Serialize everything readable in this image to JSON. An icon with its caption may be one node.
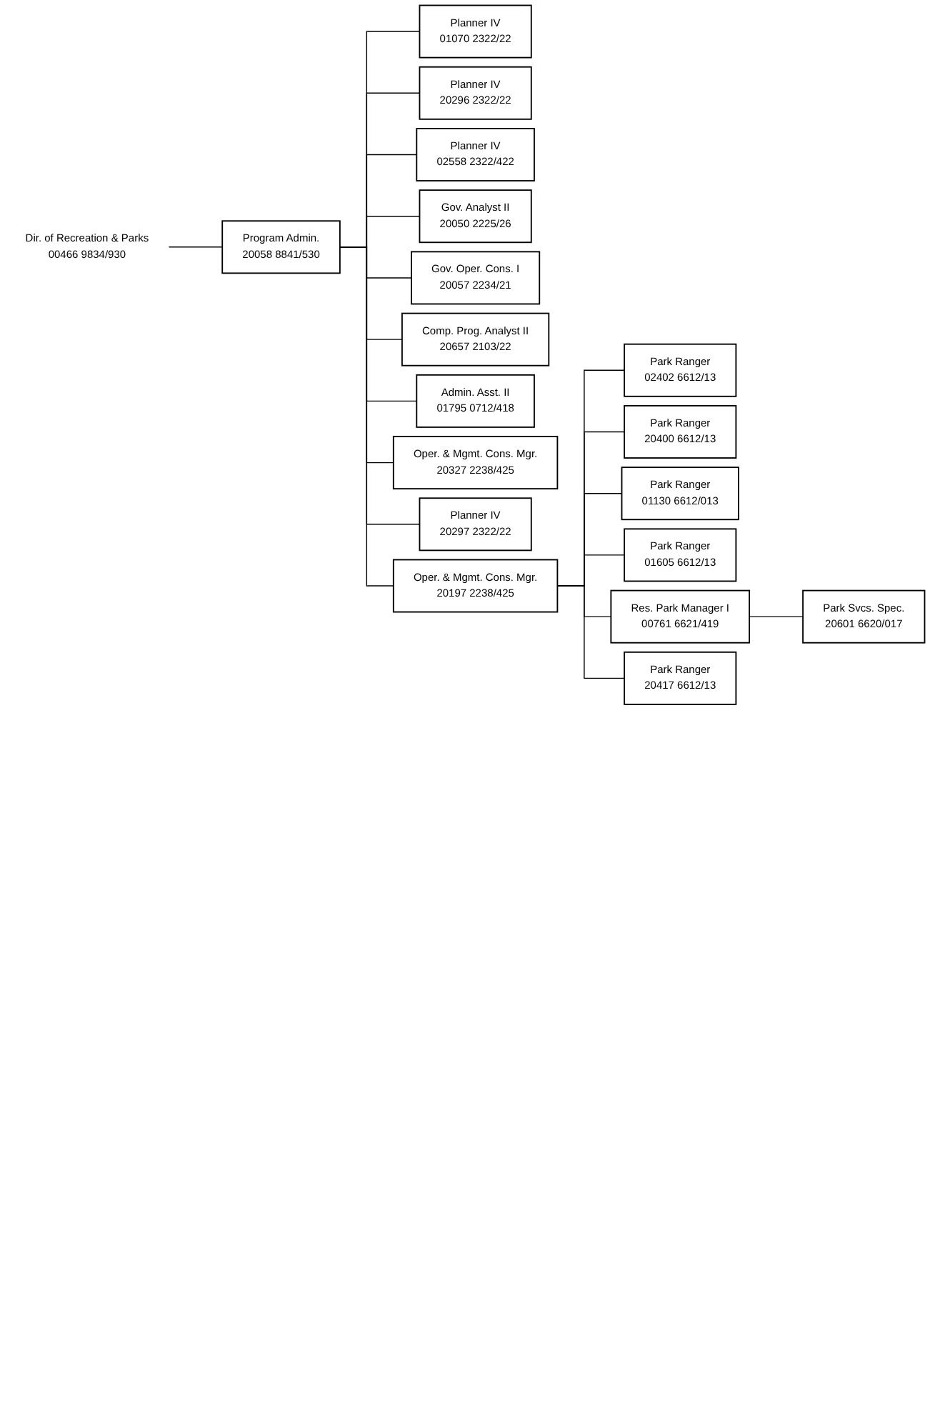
{
  "diagram": {
    "nodes": [
      {
        "text": [
          "Dir. of Recreation & Parks",
          "00466  9834/930"
        ]
      },
      {
        "text": [
          "Program Admin.",
          "20058  8841/530"
        ]
      },
      {
        "text": [
          "Planner IV",
          "01070  2322/22"
        ]
      },
      {
        "text": [
          "Planner IV",
          "20296  2322/22"
        ]
      },
      {
        "text": [
          "Planner IV",
          "02558  2322/422"
        ]
      },
      {
        "text": [
          "Gov. Analyst II",
          "20050  2225/26"
        ]
      },
      {
        "text": [
          "Gov. Oper. Cons. I",
          "20057  2234/21"
        ]
      },
      {
        "text": [
          "Comp. Prog. Analyst II",
          "20657  2103/22"
        ]
      },
      {
        "text": [
          "Admin. Asst. II",
          "01795  0712/418"
        ]
      },
      {
        "text": [
          "Oper. & Mgmt. Cons. Mgr.",
          "20327  2238/425"
        ]
      },
      {
        "text": [
          "Planner IV",
          "20297  2322/22"
        ]
      },
      {
        "text": [
          "Oper. & Mgmt. Cons. Mgr.",
          "20197  2238/425"
        ]
      },
      {
        "text": [
          "Park Ranger",
          "02402  6612/13"
        ]
      },
      {
        "text": [
          "Park Ranger",
          "20400  6612/13"
        ]
      },
      {
        "text": [
          "Park Ranger",
          "01130  6612/013"
        ]
      },
      {
        "text": [
          "Park Ranger",
          "01605  6612/13"
        ]
      },
      {
        "text": [
          "Res. Park Manager I",
          "00761  6621/419"
        ]
      },
      {
        "text": [
          "Park Ranger",
          "20417  6612/13"
        ]
      },
      {
        "text": [
          "Park Svcs. Spec.",
          "20601  6620/017"
        ]
      }
    ],
    "edges": [
      {
        "from": 0,
        "to": 1,
        "arrow": "none"
      },
      {
        "from": 1,
        "to": 2,
        "arrow": "none"
      },
      {
        "from": 1,
        "to": 3,
        "arrow": "none"
      },
      {
        "from": 1,
        "to": 4,
        "arrow": "none"
      },
      {
        "from": 1,
        "to": 5,
        "arrow": "none"
      },
      {
        "from": 1,
        "to": 6,
        "arrow": "none"
      },
      {
        "from": 1,
        "to": 7,
        "arrow": "none"
      },
      {
        "from": 1,
        "to": 8,
        "arrow": "none"
      },
      {
        "from": 1,
        "to": 9,
        "arrow": "none"
      },
      {
        "from": 1,
        "to": 10,
        "arrow": "none"
      },
      {
        "from": 1,
        "to": 11,
        "arrow": "none"
      },
      {
        "from": 11,
        "to": 12,
        "arrow": "none"
      },
      {
        "from": 11,
        "to": 13,
        "arrow": "none"
      },
      {
        "from": 11,
        "to": 14,
        "arrow": "none"
      },
      {
        "from": 11,
        "to": 15,
        "arrow": "none"
      },
      {
        "from": 11,
        "to": 16,
        "arrow": "none"
      },
      {
        "from": 11,
        "to": 17,
        "arrow": "none"
      },
      {
        "from": 16,
        "to": 18,
        "arrow": "none"
      }
    ]
  }
}
